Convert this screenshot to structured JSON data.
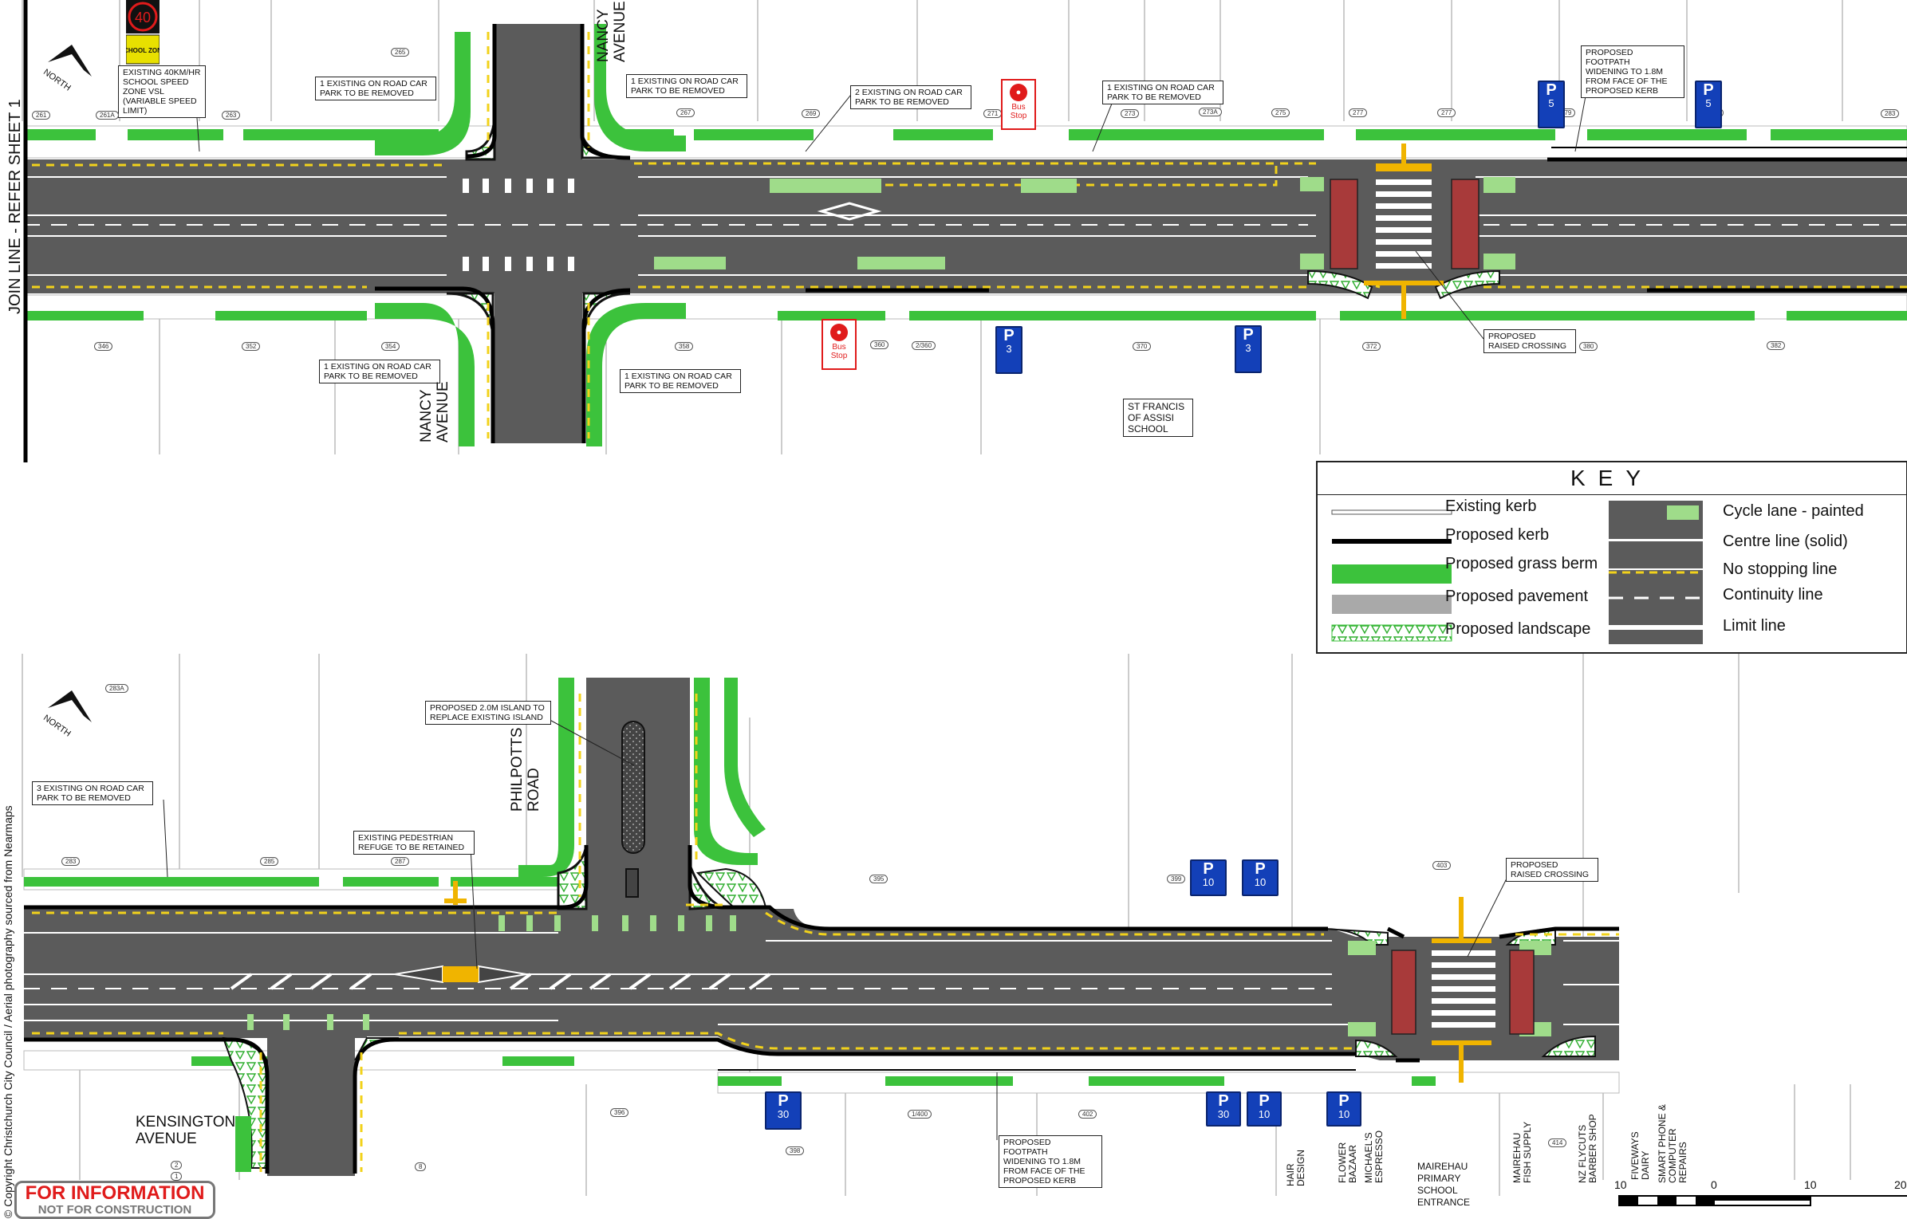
{
  "sheet": {
    "join_line": "JOIN LINE - REFER SHEET 1",
    "copyright": "© Copyright Christchurch City Council  /  Aerial photography sourced from Nearmaps",
    "stamp_line1": "FOR INFORMATION",
    "stamp_line2": "NOT FOR CONSTRUCTION",
    "north_label": "NORTH",
    "school_zone_speed": "40",
    "school_zone_label": "SCHOOL ZONE"
  },
  "road_names": {
    "nancy_top": "NANCY\nAVENUE",
    "nancy_bottom": "NANCY\nAVENUE",
    "philpotts": "PHILPOTTS\nROAD",
    "kensington": "KENSINGTON\nAVENUE",
    "school": "ST FRANCIS\nOF ASSISI\nSCHOOL"
  },
  "callouts": {
    "vsl": "EXISTING 40km/hr\nSCHOOL SPEED\nZONE VSL\n(VARIABLE SPEED\nLIMIT)",
    "nancy_nw": "1 EXISTING ON ROAD CAR\nPARK TO BE REMOVED",
    "nancy_ne": "1 EXISTING ON ROAD CAR\nPARK TO BE REMOVED",
    "north_2": "2 EXISTING ON ROAD CAR\nPARK TO BE REMOVED",
    "north_1": "1 EXISTING ON ROAD CAR\nPARK TO BE REMOVED",
    "footpath_top": "PROPOSED FOOTPATH\nWIDENING TO 1.8m\nFROM FACE OF THE\nPROPOSED KERB",
    "nancy_sw": "1 EXISTING ON ROAD CAR\nPARK TO BE REMOVED",
    "nancy_se": "1 EXISTING ON ROAD CAR\nPARK TO BE REMOVED",
    "raised_top": "PROPOSED\nRAISED CROSSING",
    "island": "PROPOSED 2.0m ISLAND TO\nREPLACE EXISTING ISLAND",
    "three_parks": "3 EXISTING ON ROAD CAR\nPARK TO BE REMOVED",
    "refuge": "EXISTING PEDESTRIAN\nREFUGE TO BE RETAINED",
    "raised_bottom": "PROPOSED\nRAISED CROSSING",
    "footpath_bottom": "PROPOSED FOOTPATH\nWIDENING TO 1.8m\nFROM FACE OF THE\nPROPOSED KERB"
  },
  "addresses": {
    "a261": "261",
    "a261b": "261A",
    "a263": "263",
    "a265": "265",
    "a267": "267",
    "a269": "269",
    "a271": "271",
    "a273": "273",
    "a273a": "273A",
    "a275": "275",
    "a277": "277",
    "a279": "279",
    "a281": "281",
    "a283": "283",
    "a346": "346",
    "a352": "352",
    "a354": "354",
    "a358": "358",
    "a360": "360",
    "a362": "2/360",
    "a370": "370",
    "a372": "372",
    "a380": "380",
    "a382": "382",
    "b283a": "283A",
    "b283": "283",
    "b285": "285",
    "b287": "287",
    "b395": "395",
    "b399": "399",
    "b403": "403",
    "b396": "396",
    "b398": "398",
    "b400": "1/400",
    "b402": "402",
    "b414": "414",
    "b1": "1",
    "b2": "2",
    "b8": "8"
  },
  "parking_signs": {
    "top1": {
      "p": "P",
      "t": "5"
    },
    "top2": {
      "p": "P",
      "t": "5"
    },
    "top3": {
      "p": "P",
      "t": "3"
    },
    "top4": {
      "p": "P",
      "t": "3"
    },
    "bot1": {
      "p": "P",
      "t": "10"
    },
    "bot2": {
      "p": "P",
      "t": "10"
    },
    "bot3": {
      "p": "P",
      "t": "30"
    },
    "bot4": {
      "p": "P",
      "t": "30"
    },
    "bot5": {
      "p": "P",
      "t": "10"
    },
    "bot6": {
      "p": "P",
      "t": "10"
    }
  },
  "bus_stops": {
    "north": "Bus Stop",
    "south": "Bus Stop"
  },
  "shops": {
    "hair": "HAIR\nDESIGN",
    "flower": "FLOWER\nBAZAAR",
    "michaels": "MICHAEL'S\nESPRESSO",
    "school_entrance": "MAIREHAU\nPRIMARY\nSCHOOL\nENTRANCE",
    "fish": "MAIREHAU\nFISH SUPPLY",
    "flycuts": "NZ FLYCUTS\nBARBER SHOP",
    "fiveways": "FIVEWAYS\nDAIRY",
    "phone": "SMART PHONE &\nCOMPUTER\nREPAIRS"
  },
  "key": {
    "title": "KEY",
    "existing_kerb": "Existing kerb",
    "proposed_kerb": "Proposed kerb",
    "grass_berm": "Proposed grass berm",
    "pavement": "Proposed pavement",
    "landscape": "Proposed landscape",
    "cycle_lane": "Cycle lane - painted",
    "centre_line": "Centre line (solid)",
    "no_stopping": "No stopping line",
    "continuity": "Continuity line",
    "limit_line": "Limit line"
  },
  "scale": {
    "t1": "10",
    "t2": "0",
    "t3": "10",
    "t4": "20"
  },
  "colors": {
    "road": "#5b5b5b",
    "grass": "#3cc23c",
    "cycle": "#9fdc8a",
    "kerb": "#000000",
    "no_stopping": "#f2d21b",
    "crossing_red": "#a83a3a",
    "sign_blue": "#1340b8",
    "bus_red": "#e01b1b",
    "amber": "#f0b400"
  }
}
